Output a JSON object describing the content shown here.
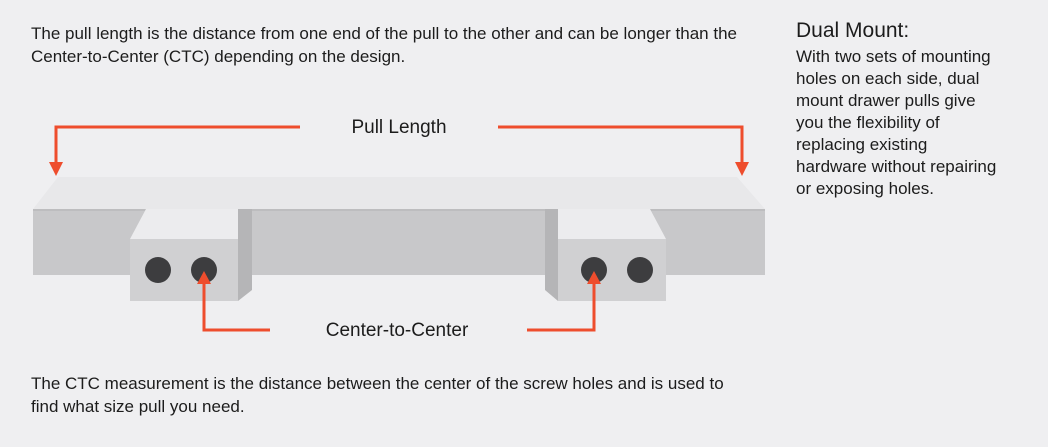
{
  "intro_text": "The pull length is the distance from one end of the pull to the other and can be longer than the Center-to-Center (CTC) depending on the design.",
  "outro_text": "The CTC measurement is the distance between the center of the screw holes and is used to find what size pull you need.",
  "sidebar": {
    "title": "Dual Mount:",
    "body": "With two sets of mounting holes on each side, dual mount drawer pulls give you the flexibility of replacing existing hardware without repairing or exposing holes."
  },
  "diagram": {
    "pull_length_label": "Pull Length",
    "ctc_label": "Center-to-Center"
  },
  "colors": {
    "accent": "#ee4d2d",
    "background": "#efeff1",
    "pull_face": "#c6c6c8",
    "pull_top": "#e7e7e9",
    "hole": "#3d3d3f"
  }
}
